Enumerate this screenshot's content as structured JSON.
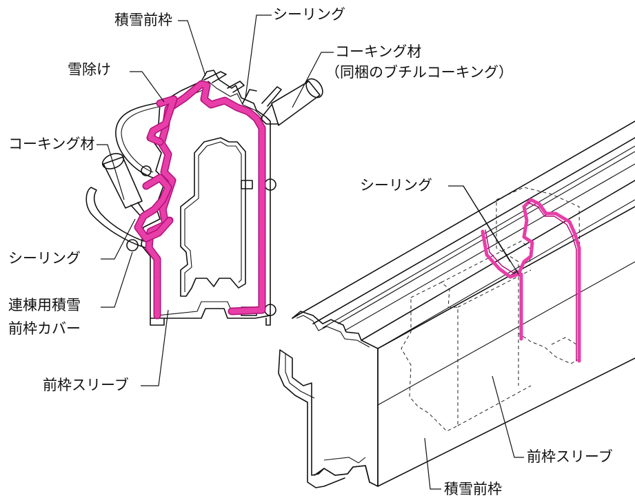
{
  "labels": {
    "sekisetsu_maewaku_top": "積雪前枠",
    "sealing_top": "シーリング",
    "caulking_top_1": "コーキング材",
    "caulking_top_2": "（同梱のブチルコーキング）",
    "yukiyoke": "雪除け",
    "caulking_left": "コーキング材",
    "sealing_left": "シーリング",
    "renmune_1": "連棟用積雪",
    "renmune_2": "前枠カバー",
    "sleeve_left": "前枠スリーブ",
    "sealing_right": "シーリング",
    "sleeve_right": "前枠スリーブ",
    "sekisetsu_maewaku_bottom": "積雪前枠"
  },
  "colors": {
    "seal": "#e83ea8",
    "seal_outline": "#b0107a",
    "line": "#111111",
    "background": "#ffffff"
  }
}
